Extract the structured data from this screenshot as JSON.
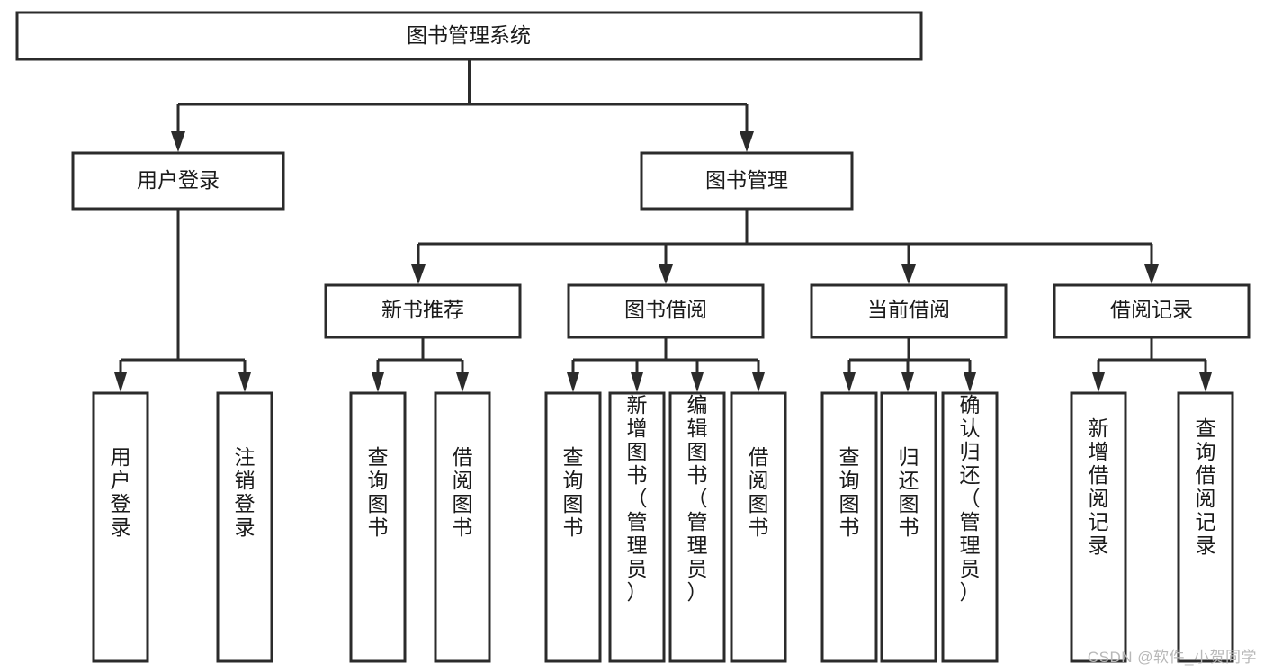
{
  "diagram": {
    "title": "图书管理系统",
    "type": "tree-hierarchy-diagram",
    "colors": {
      "background": "#ffffff",
      "box_fill": "#ffffff",
      "box_stroke": "#2b2b2b",
      "text": "#1a1a1a",
      "watermark": "#b8b8b8"
    },
    "root": {
      "id": "root",
      "label": "图书管理系统",
      "orientation": "horizontal"
    },
    "level2": [
      {
        "id": "user-login",
        "label": "用户登录",
        "orientation": "horizontal"
      },
      {
        "id": "book-manage",
        "label": "图书管理",
        "orientation": "horizontal"
      }
    ],
    "level3": [
      {
        "id": "new-book-recommend",
        "label": "新书推荐",
        "orientation": "horizontal",
        "parent": "book-manage"
      },
      {
        "id": "book-borrow",
        "label": "图书借阅",
        "orientation": "horizontal",
        "parent": "book-manage"
      },
      {
        "id": "current-borrow",
        "label": "当前借阅",
        "orientation": "horizontal",
        "parent": "book-manage"
      },
      {
        "id": "borrow-record",
        "label": "借阅记录",
        "orientation": "horizontal",
        "parent": "book-manage"
      }
    ],
    "leaves": [
      {
        "id": "leaf-user-login",
        "label": "用户登录",
        "orientation": "vertical",
        "parent": "user-login"
      },
      {
        "id": "leaf-logout-login",
        "label": "注销登录",
        "orientation": "vertical",
        "parent": "user-login"
      },
      {
        "id": "leaf-query-book-1",
        "label": "查询图书",
        "orientation": "vertical",
        "parent": "new-book-recommend"
      },
      {
        "id": "leaf-borrow-book-1",
        "label": "借阅图书",
        "orientation": "vertical",
        "parent": "new-book-recommend"
      },
      {
        "id": "leaf-query-book-2",
        "label": "查询图书",
        "orientation": "vertical",
        "parent": "book-borrow"
      },
      {
        "id": "leaf-add-book",
        "label": "新增图书（管理员）",
        "orientation": "vertical",
        "parent": "book-borrow"
      },
      {
        "id": "leaf-edit-book",
        "label": "编辑图书（管理员）",
        "orientation": "vertical",
        "parent": "book-borrow"
      },
      {
        "id": "leaf-borrow-book-2",
        "label": "借阅图书",
        "orientation": "vertical",
        "parent": "book-borrow"
      },
      {
        "id": "leaf-query-book-3",
        "label": "查询图书",
        "orientation": "vertical",
        "parent": "current-borrow"
      },
      {
        "id": "leaf-return-book",
        "label": "归还图书",
        "orientation": "vertical",
        "parent": "current-borrow"
      },
      {
        "id": "leaf-confirm-return",
        "label": "确认归还（管理员）",
        "orientation": "vertical",
        "parent": "current-borrow"
      },
      {
        "id": "leaf-add-record",
        "label": "新增借阅记录",
        "orientation": "vertical",
        "parent": "borrow-record"
      },
      {
        "id": "leaf-query-record",
        "label": "查询借阅记录",
        "orientation": "vertical",
        "parent": "borrow-record"
      }
    ]
  },
  "watermark": {
    "text": "CSDN @软件_小贺同学"
  }
}
